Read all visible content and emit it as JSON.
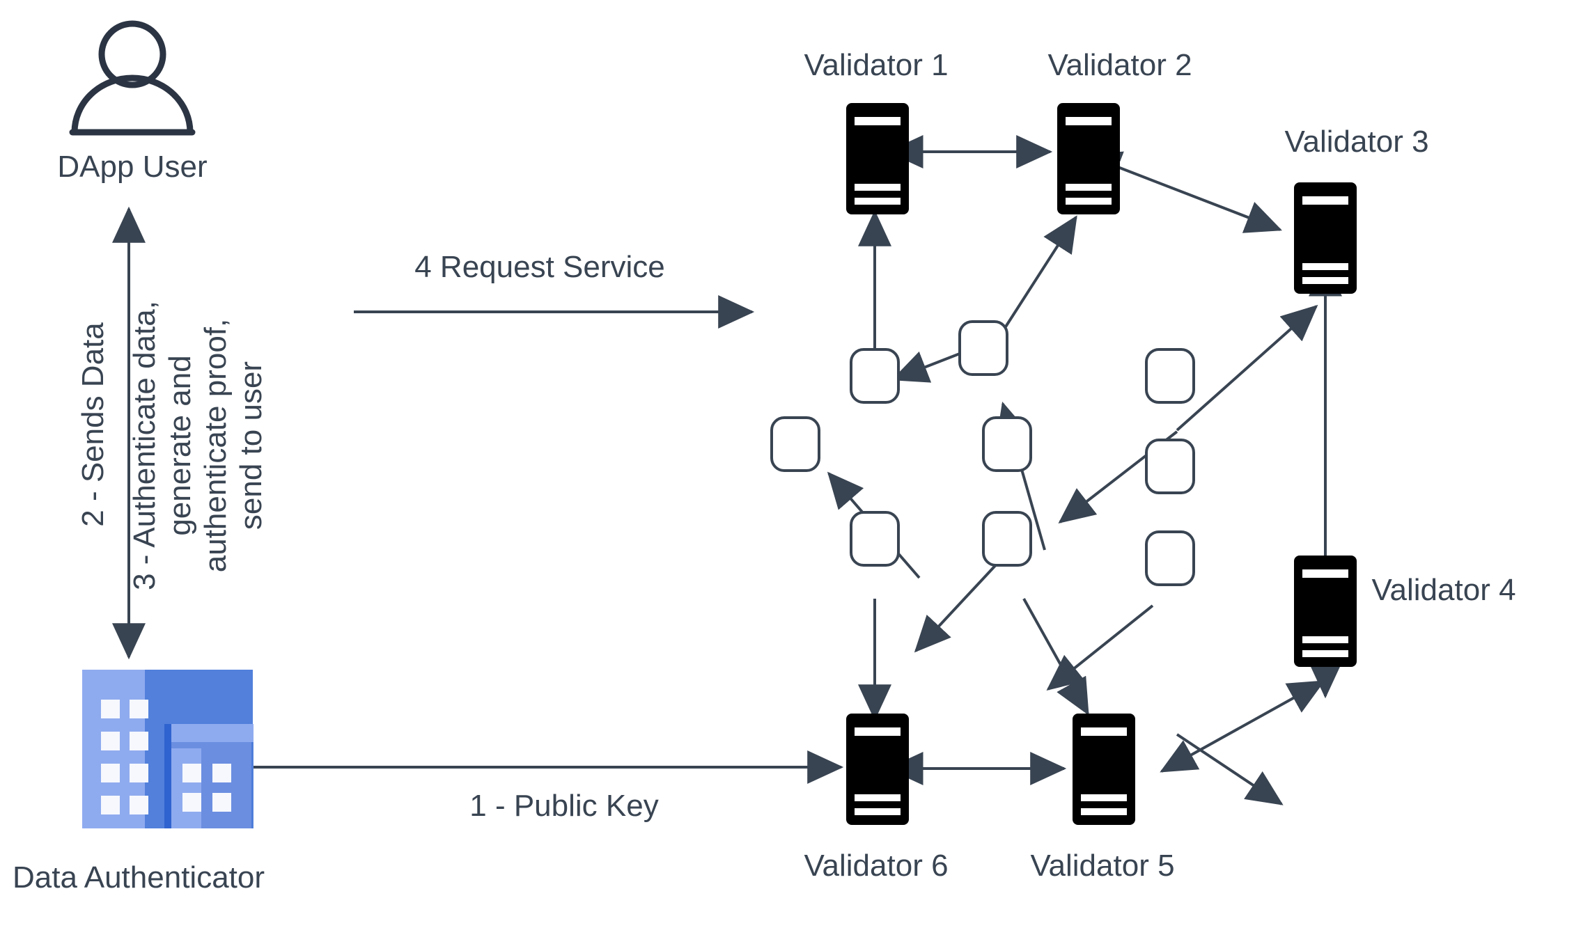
{
  "diagram": {
    "title": "DApp User / Data Authenticator / Validator network flow",
    "colors": {
      "ink": "#394452",
      "person_ink": "#2b3443",
      "server_black": "#000000",
      "building_light": "#8fabef",
      "building_mid": "#6b8ee0",
      "building_dark": "#4a7ad8",
      "node_fill": "#ffffff",
      "background": "#ffffff"
    },
    "actors": {
      "dapp_user": {
        "label": "DApp User",
        "icon": "person-icon"
      },
      "data_authenticator": {
        "label": "Data Authenticator",
        "icon": "building-icon"
      }
    },
    "validators": [
      {
        "id": "v1",
        "label": "Validator 1",
        "icon": "server-icon"
      },
      {
        "id": "v2",
        "label": "Validator 2",
        "icon": "server-icon"
      },
      {
        "id": "v3",
        "label": "Validator 3",
        "icon": "server-icon"
      },
      {
        "id": "v4",
        "label": "Validator 4",
        "icon": "server-icon"
      },
      {
        "id": "v5",
        "label": "Validator 5",
        "icon": "server-icon"
      },
      {
        "id": "v6",
        "label": "Validator 6",
        "icon": "server-icon"
      }
    ],
    "flow_labels": {
      "step1": "1 - Public Key",
      "step2": "2 - Sends Data",
      "step3_line1": "3 - Authenticate data,",
      "step3_line2": "generate and",
      "step3_line3": "authenticate proof,",
      "step3_line4": "send to user",
      "step4": "4 Request Service"
    },
    "network_nodes": [
      {
        "id": "n1",
        "label": ""
      },
      {
        "id": "n2",
        "label": ""
      },
      {
        "id": "n3",
        "label": ""
      },
      {
        "id": "n4",
        "label": ""
      },
      {
        "id": "n5",
        "label": ""
      },
      {
        "id": "n6",
        "label": ""
      },
      {
        "id": "n7",
        "label": ""
      },
      {
        "id": "n8",
        "label": ""
      },
      {
        "id": "n9",
        "label": ""
      }
    ]
  }
}
